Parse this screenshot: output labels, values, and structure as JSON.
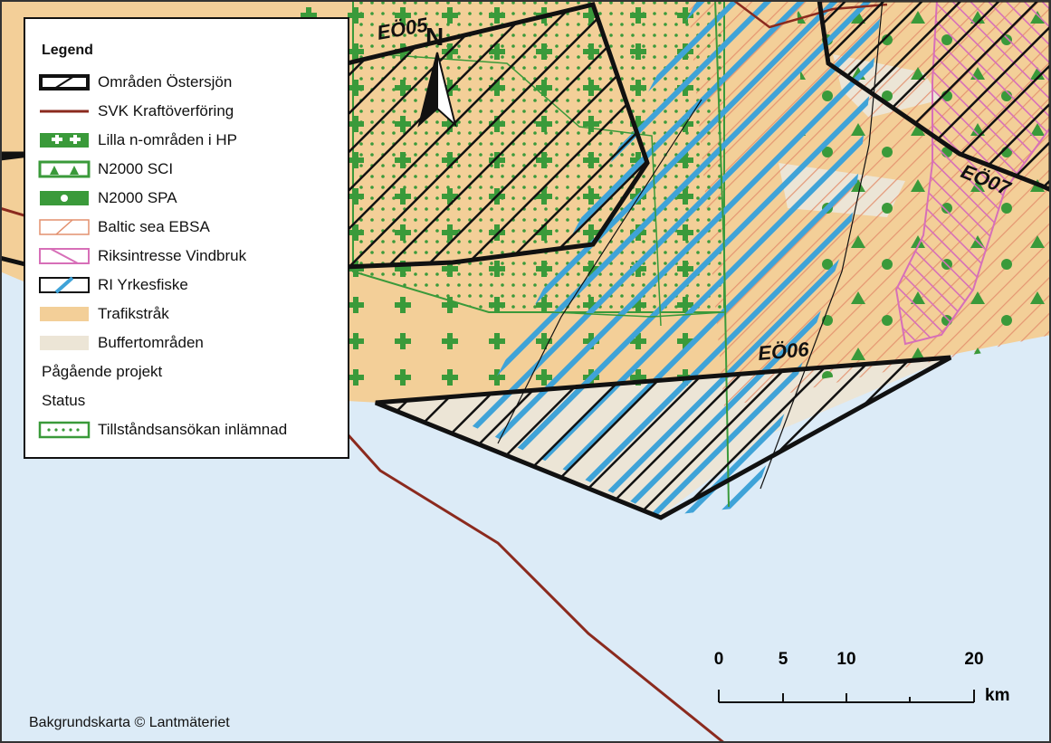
{
  "legend": {
    "title": "Legend",
    "items": [
      {
        "label": "Områden Östersjön",
        "icon": "thick-black-hatch-box"
      },
      {
        "label": "SVK Kraftöverföring",
        "icon": "brown-line",
        "color": "#8b2a1e"
      },
      {
        "label": "Lilla n-områden i HP",
        "icon": "green-plus-fill",
        "color": "#3a9a3a"
      },
      {
        "label": "N2000 SCI",
        "icon": "green-triangle-outline",
        "color": "#3a9a3a"
      },
      {
        "label": "N2000 SPA",
        "icon": "green-dot-fill",
        "color": "#3a9a3a"
      },
      {
        "label": "Baltic sea EBSA",
        "icon": "orange-hatch",
        "color": "#e3906e"
      },
      {
        "label": "Riksintresse Vindbruk",
        "icon": "pink-hatch",
        "color": "#d76fb8"
      },
      {
        "label": "RI Yrkesfiske",
        "icon": "blue-hatch",
        "color": "#3fa3d8"
      },
      {
        "label": "Trafikstråk",
        "icon": "tan-fill",
        "color": "#f3cf98"
      },
      {
        "label": "Buffertområden",
        "icon": "beige-fill",
        "color": "#ece5d6"
      }
    ],
    "section_projects": "Pågående projekt",
    "section_status": "Status",
    "status_item": {
      "label": "Tillståndsansökan inlämnad",
      "icon": "green-dotted-box",
      "color": "#3a9a3a"
    }
  },
  "areas": {
    "eo05": "EÖ05",
    "eo06": "EÖ06",
    "eo07": "EÖ07"
  },
  "north_arrow": "N",
  "scale_bar": {
    "ticks": [
      "0",
      "5",
      "10",
      "20"
    ],
    "unit": "km"
  },
  "credit": "Bakgrundskarta © Lantmäteriet",
  "colors": {
    "sea": "#dcebf7",
    "trafikstrak": "#f3cf98",
    "buffert": "#ece5d6",
    "green": "#3a9a3a",
    "blue_hatch": "#3fa3d8",
    "pink": "#d76fb8",
    "svk": "#8b2a1e"
  }
}
